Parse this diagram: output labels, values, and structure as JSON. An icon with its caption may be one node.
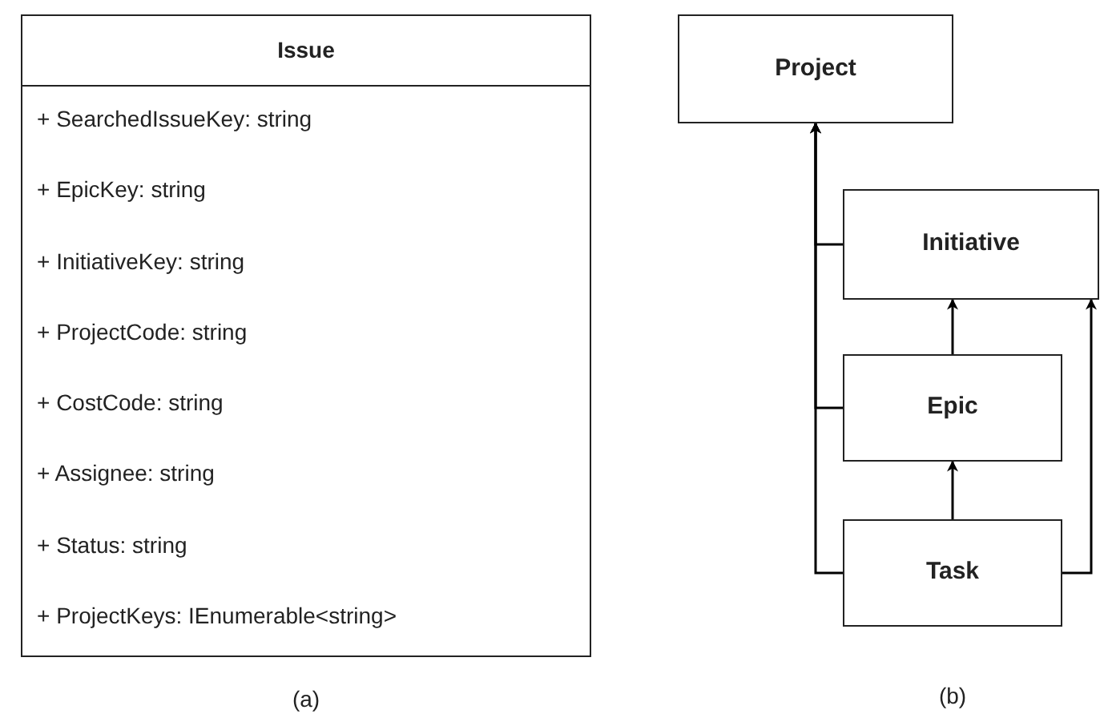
{
  "diagram": {
    "nodes": [
      {
        "text": [
          "Issue",
          "+ SearchedIssueKey: string",
          "+ EpicKey: string",
          "+ InitiativeKey: string",
          "+ ProjectCode: string",
          "+ CostCode: string",
          "+ Assignee: string",
          "+ Status: string",
          "+ ProjectKeys: IEnumerable<string>"
        ]
      },
      {
        "text": [
          "Project"
        ]
      },
      {
        "text": [
          "Initiative"
        ]
      },
      {
        "text": [
          "Epic"
        ]
      },
      {
        "text": [
          "Task"
        ]
      }
    ],
    "edges": [
      {
        "from": 2,
        "to": 1,
        "arrow": "to"
      },
      {
        "from": 3,
        "to": 1,
        "arrow": "to"
      },
      {
        "from": 4,
        "to": 1,
        "arrow": "to"
      },
      {
        "from": 3,
        "to": 2,
        "arrow": "to"
      },
      {
        "from": 4,
        "to": 3,
        "arrow": "to"
      },
      {
        "from": 4,
        "to": 2,
        "arrow": "to"
      }
    ],
    "labels": [
      "(a)",
      "(b)"
    ]
  }
}
